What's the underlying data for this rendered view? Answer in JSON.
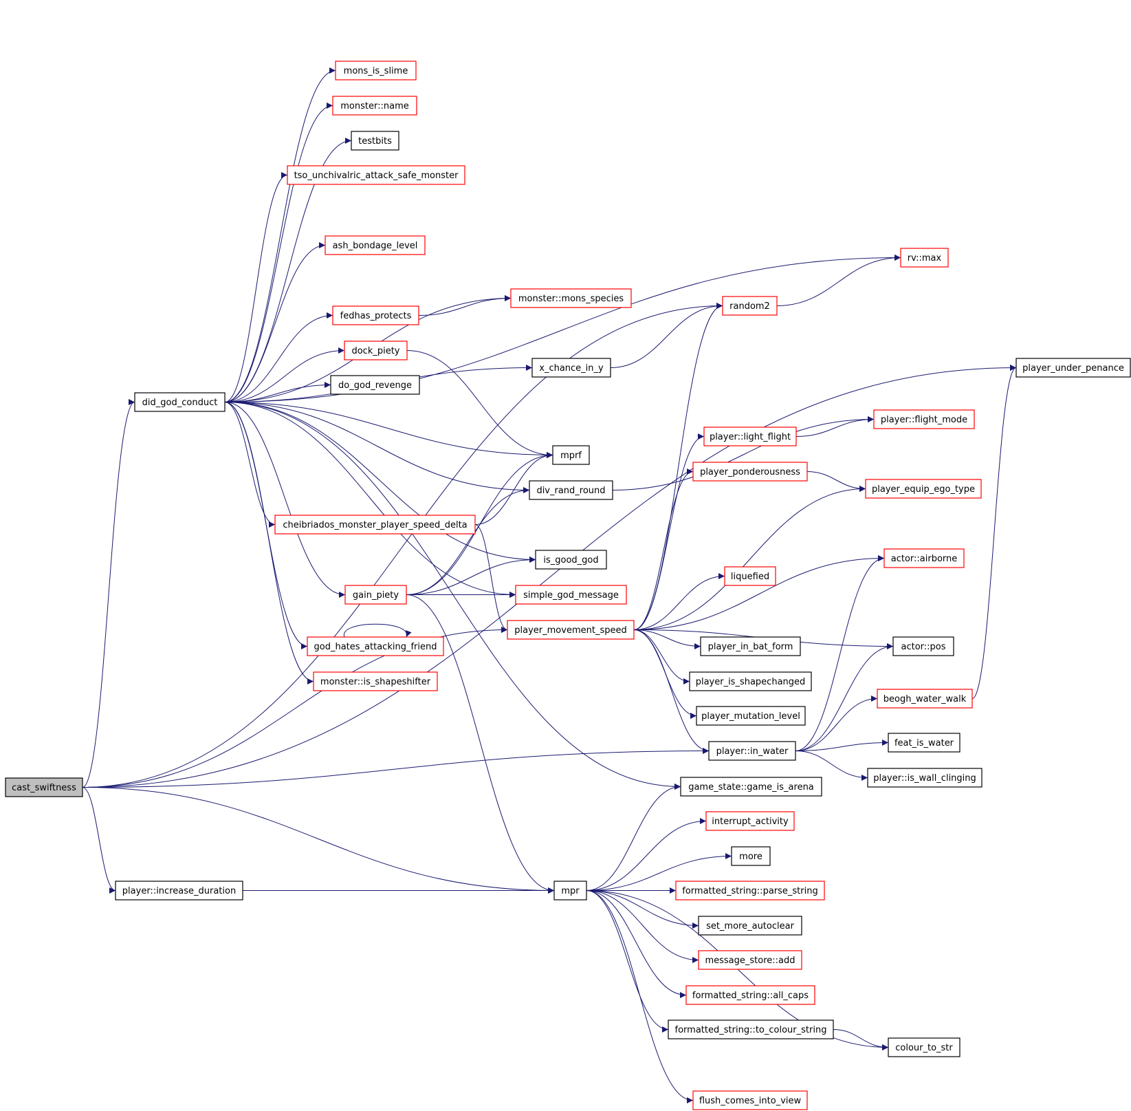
{
  "colors": {
    "edge": "#191970",
    "arrowhead": "#191970",
    "border_documented": "#000000",
    "border_undocumented": "#ff0000",
    "root_fill": "#bfbfbf",
    "node_fill": "#ffffff"
  },
  "diagram": {
    "root": "cast_swiftness",
    "nodes": [
      {
        "id": "cast_swiftness",
        "label": "cast_swiftness",
        "style": "root"
      },
      {
        "id": "did_god_conduct",
        "label": "did_god_conduct",
        "style": "black"
      },
      {
        "id": "player_increase_duration",
        "label": "player::increase_duration",
        "style": "black"
      },
      {
        "id": "mons_is_slime",
        "label": "mons_is_slime",
        "style": "red"
      },
      {
        "id": "monster_name",
        "label": "monster::name",
        "style": "red"
      },
      {
        "id": "testbits",
        "label": "testbits",
        "style": "black"
      },
      {
        "id": "tso_unchivalric",
        "label": "tso_unchivalric_attack_safe_monster",
        "style": "red"
      },
      {
        "id": "ash_bondage_level",
        "label": "ash_bondage_level",
        "style": "red"
      },
      {
        "id": "fedhas_protects",
        "label": "fedhas_protects",
        "style": "red"
      },
      {
        "id": "dock_piety",
        "label": "dock_piety",
        "style": "red"
      },
      {
        "id": "do_god_revenge",
        "label": "do_god_revenge",
        "style": "black"
      },
      {
        "id": "cheibriados",
        "label": "cheibriados_monster_player_speed_delta",
        "style": "red"
      },
      {
        "id": "gain_piety",
        "label": "gain_piety",
        "style": "red"
      },
      {
        "id": "god_hates_attacking_friend",
        "label": "god_hates_attacking_friend",
        "style": "red"
      },
      {
        "id": "monster_is_shapeshifter",
        "label": "monster::is_shapeshifter",
        "style": "red"
      },
      {
        "id": "monster_mons_species",
        "label": "monster::mons_species",
        "style": "red"
      },
      {
        "id": "x_chance_in_y",
        "label": "x_chance_in_y",
        "style": "black"
      },
      {
        "id": "mprf",
        "label": "mprf",
        "style": "black"
      },
      {
        "id": "div_rand_round",
        "label": "div_rand_round",
        "style": "black"
      },
      {
        "id": "is_good_god",
        "label": "is_good_god",
        "style": "black"
      },
      {
        "id": "simple_god_message",
        "label": "simple_god_message",
        "style": "red"
      },
      {
        "id": "player_movement_speed",
        "label": "player_movement_speed",
        "style": "red"
      },
      {
        "id": "mpr",
        "label": "mpr",
        "style": "black"
      },
      {
        "id": "random2",
        "label": "random2",
        "style": "red"
      },
      {
        "id": "rv_max",
        "label": "rv::max",
        "style": "red"
      },
      {
        "id": "player_light_flight",
        "label": "player::light_flight",
        "style": "red"
      },
      {
        "id": "player_flight_mode",
        "label": "player::flight_mode",
        "style": "red"
      },
      {
        "id": "player_ponderousness",
        "label": "player_ponderousness",
        "style": "red"
      },
      {
        "id": "player_equip_ego_type",
        "label": "player_equip_ego_type",
        "style": "red"
      },
      {
        "id": "actor_airborne",
        "label": "actor::airborne",
        "style": "red"
      },
      {
        "id": "liquefied",
        "label": "liquefied",
        "style": "red"
      },
      {
        "id": "player_in_bat_form",
        "label": "player_in_bat_form",
        "style": "black"
      },
      {
        "id": "actor_pos",
        "label": "actor::pos",
        "style": "black"
      },
      {
        "id": "player_is_shapechanged",
        "label": "player_is_shapechanged",
        "style": "black"
      },
      {
        "id": "player_mutation_level",
        "label": "player_mutation_level",
        "style": "black"
      },
      {
        "id": "beogh_water_walk",
        "label": "beogh_water_walk",
        "style": "red"
      },
      {
        "id": "player_in_water",
        "label": "player::in_water",
        "style": "black"
      },
      {
        "id": "feat_is_water",
        "label": "feat_is_water",
        "style": "black"
      },
      {
        "id": "player_is_wall_clinging",
        "label": "player::is_wall_clinging",
        "style": "black"
      },
      {
        "id": "game_is_arena",
        "label": "game_state::game_is_arena",
        "style": "black"
      },
      {
        "id": "player_under_penance",
        "label": "player_under_penance",
        "style": "black"
      },
      {
        "id": "interrupt_activity",
        "label": "interrupt_activity",
        "style": "red"
      },
      {
        "id": "more",
        "label": "more",
        "style": "black"
      },
      {
        "id": "parse_string",
        "label": "formatted_string::parse_string",
        "style": "red"
      },
      {
        "id": "set_more_autoclear",
        "label": "set_more_autoclear",
        "style": "black"
      },
      {
        "id": "message_store_add",
        "label": "message_store::add",
        "style": "red"
      },
      {
        "id": "all_caps",
        "label": "formatted_string::all_caps",
        "style": "red"
      },
      {
        "id": "to_colour_string",
        "label": "formatted_string::to_colour_string",
        "style": "black"
      },
      {
        "id": "colour_to_str",
        "label": "colour_to_str",
        "style": "black"
      },
      {
        "id": "flush_comes_into_view",
        "label": "flush_comes_into_view",
        "style": "red"
      }
    ],
    "edges": [
      [
        "cast_swiftness",
        "did_god_conduct"
      ],
      [
        "cast_swiftness",
        "player_increase_duration"
      ],
      [
        "cast_swiftness",
        "mpr"
      ],
      [
        "cast_swiftness",
        "player_movement_speed"
      ],
      [
        "cast_swiftness",
        "player_in_water"
      ],
      [
        "cast_swiftness",
        "player_under_penance"
      ],
      [
        "cast_swiftness",
        "random2"
      ],
      [
        "did_god_conduct",
        "mons_is_slime"
      ],
      [
        "did_god_conduct",
        "monster_name"
      ],
      [
        "did_god_conduct",
        "testbits"
      ],
      [
        "did_god_conduct",
        "tso_unchivalric"
      ],
      [
        "did_god_conduct",
        "rv_max"
      ],
      [
        "did_god_conduct",
        "ash_bondage_level"
      ],
      [
        "did_god_conduct",
        "monster_mons_species"
      ],
      [
        "did_god_conduct",
        "fedhas_protects"
      ],
      [
        "did_god_conduct",
        "dock_piety"
      ],
      [
        "did_god_conduct",
        "do_god_revenge"
      ],
      [
        "did_god_conduct",
        "x_chance_in_y"
      ],
      [
        "did_god_conduct",
        "mprf"
      ],
      [
        "did_god_conduct",
        "div_rand_round"
      ],
      [
        "did_god_conduct",
        "cheibriados"
      ],
      [
        "did_god_conduct",
        "is_good_god"
      ],
      [
        "did_god_conduct",
        "gain_piety"
      ],
      [
        "did_god_conduct",
        "god_hates_attacking_friend"
      ],
      [
        "did_god_conduct",
        "monster_is_shapeshifter"
      ],
      [
        "did_god_conduct",
        "simple_god_message"
      ],
      [
        "did_god_conduct",
        "game_is_arena"
      ],
      [
        "fedhas_protects",
        "monster_mons_species"
      ],
      [
        "dock_piety",
        "mprf"
      ],
      [
        "cheibriados",
        "mprf"
      ],
      [
        "cheibriados",
        "player_movement_speed"
      ],
      [
        "gain_piety",
        "mprf"
      ],
      [
        "gain_piety",
        "div_rand_round"
      ],
      [
        "gain_piety",
        "is_good_god"
      ],
      [
        "gain_piety",
        "simple_god_message"
      ],
      [
        "gain_piety",
        "mpr"
      ],
      [
        "god_hates_attacking_friend",
        "god_hates_attacking_friend"
      ],
      [
        "x_chance_in_y",
        "random2"
      ],
      [
        "random2",
        "rv_max"
      ],
      [
        "div_rand_round",
        "player_flight_mode"
      ],
      [
        "player_movement_speed",
        "random2"
      ],
      [
        "player_movement_speed",
        "player_light_flight"
      ],
      [
        "player_movement_speed",
        "player_ponderousness"
      ],
      [
        "player_movement_speed",
        "player_equip_ego_type"
      ],
      [
        "player_movement_speed",
        "actor_airborne"
      ],
      [
        "player_movement_speed",
        "liquefied"
      ],
      [
        "player_movement_speed",
        "player_in_bat_form"
      ],
      [
        "player_movement_speed",
        "actor_pos"
      ],
      [
        "player_movement_speed",
        "player_is_shapechanged"
      ],
      [
        "player_movement_speed",
        "player_mutation_level"
      ],
      [
        "player_movement_speed",
        "player_in_water"
      ],
      [
        "player_light_flight",
        "player_flight_mode"
      ],
      [
        "player_ponderousness",
        "player_equip_ego_type"
      ],
      [
        "player_in_water",
        "actor_airborne"
      ],
      [
        "player_in_water",
        "actor_pos"
      ],
      [
        "player_in_water",
        "beogh_water_walk"
      ],
      [
        "player_in_water",
        "feat_is_water"
      ],
      [
        "player_in_water",
        "player_is_wall_clinging"
      ],
      [
        "beogh_water_walk",
        "player_under_penance"
      ],
      [
        "player_increase_duration",
        "mpr"
      ],
      [
        "mpr",
        "game_is_arena"
      ],
      [
        "mpr",
        "interrupt_activity"
      ],
      [
        "mpr",
        "more"
      ],
      [
        "mpr",
        "parse_string"
      ],
      [
        "mpr",
        "set_more_autoclear"
      ],
      [
        "mpr",
        "message_store_add"
      ],
      [
        "mpr",
        "all_caps"
      ],
      [
        "mpr",
        "to_colour_string"
      ],
      [
        "mpr",
        "colour_to_str"
      ],
      [
        "mpr",
        "flush_comes_into_view"
      ],
      [
        "to_colour_string",
        "colour_to_str"
      ]
    ]
  }
}
